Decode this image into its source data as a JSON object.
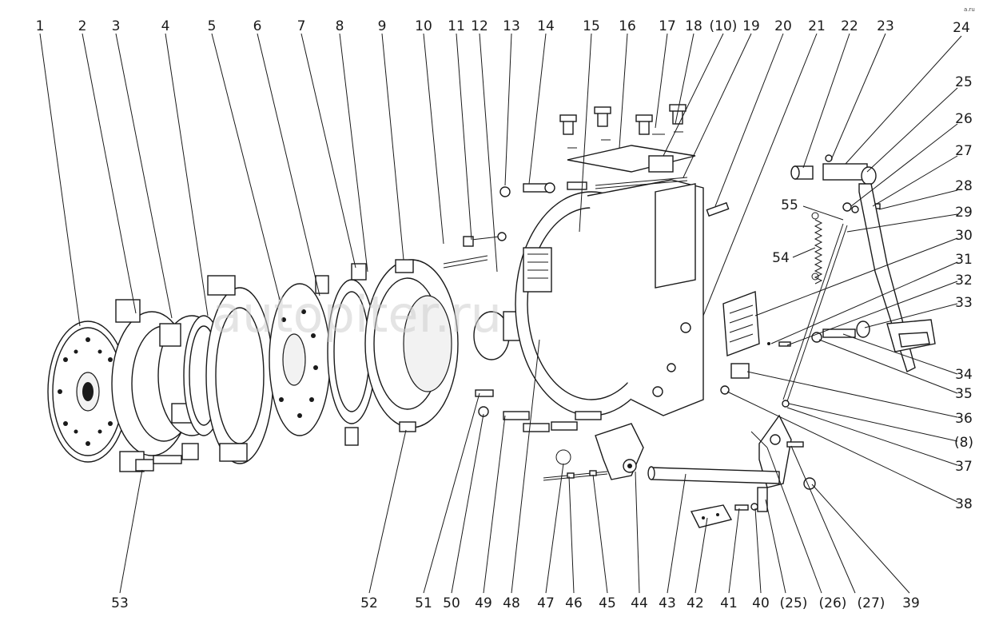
{
  "watermark": "autopiter.ru",
  "corner_mark": "a.ru",
  "callouts_top": [
    "1",
    "2",
    "3",
    "4",
    "5",
    "6",
    "7",
    "8",
    "9",
    "10",
    "11",
    "12",
    "13",
    "14",
    "15",
    "16",
    "17",
    "18",
    "(10)",
    "19",
    "20",
    "21",
    "22",
    "23",
    "24"
  ],
  "callouts_right": [
    "25",
    "26",
    "27",
    "28",
    "55",
    "29",
    "54",
    "30",
    "31",
    "32",
    "33",
    "34",
    "35",
    "36",
    "(8)",
    "37",
    "38"
  ],
  "callouts_bottom": [
    "53",
    "52",
    "51",
    "50",
    "49",
    "48",
    "47",
    "46",
    "45",
    "44",
    "43",
    "42",
    "41",
    "40",
    "(25)",
    "(26)",
    "(27)",
    "39"
  ],
  "colors": {
    "ink": "#1a1a1a",
    "paper": "#ffffff",
    "watermark": "#cfcfcf"
  }
}
